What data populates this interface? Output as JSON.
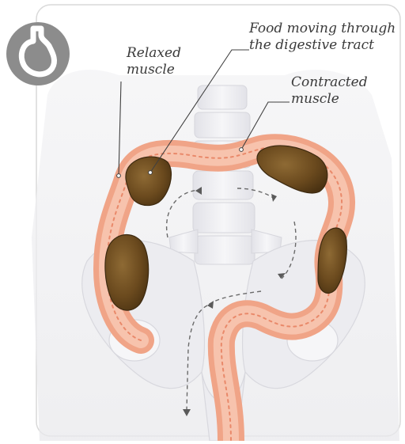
{
  "labels": {
    "food": {
      "line1": "Food moving through",
      "line2": "the digestive tract"
    },
    "relaxed": {
      "line1": "Relaxed",
      "line2": "muscle"
    },
    "contracted": {
      "line1": "Contracted",
      "line2": "muscle"
    }
  },
  "icons": {
    "badge": "stomach-icon"
  },
  "colors": {
    "frame": "#d9d9d9",
    "badge": "#8c8c8c",
    "colon_wall": "#f0a487",
    "colon_inner": "#f7c3ad",
    "food": "#6b4a1e",
    "skeleton": "#e6e6ea",
    "leader": "#404040"
  }
}
